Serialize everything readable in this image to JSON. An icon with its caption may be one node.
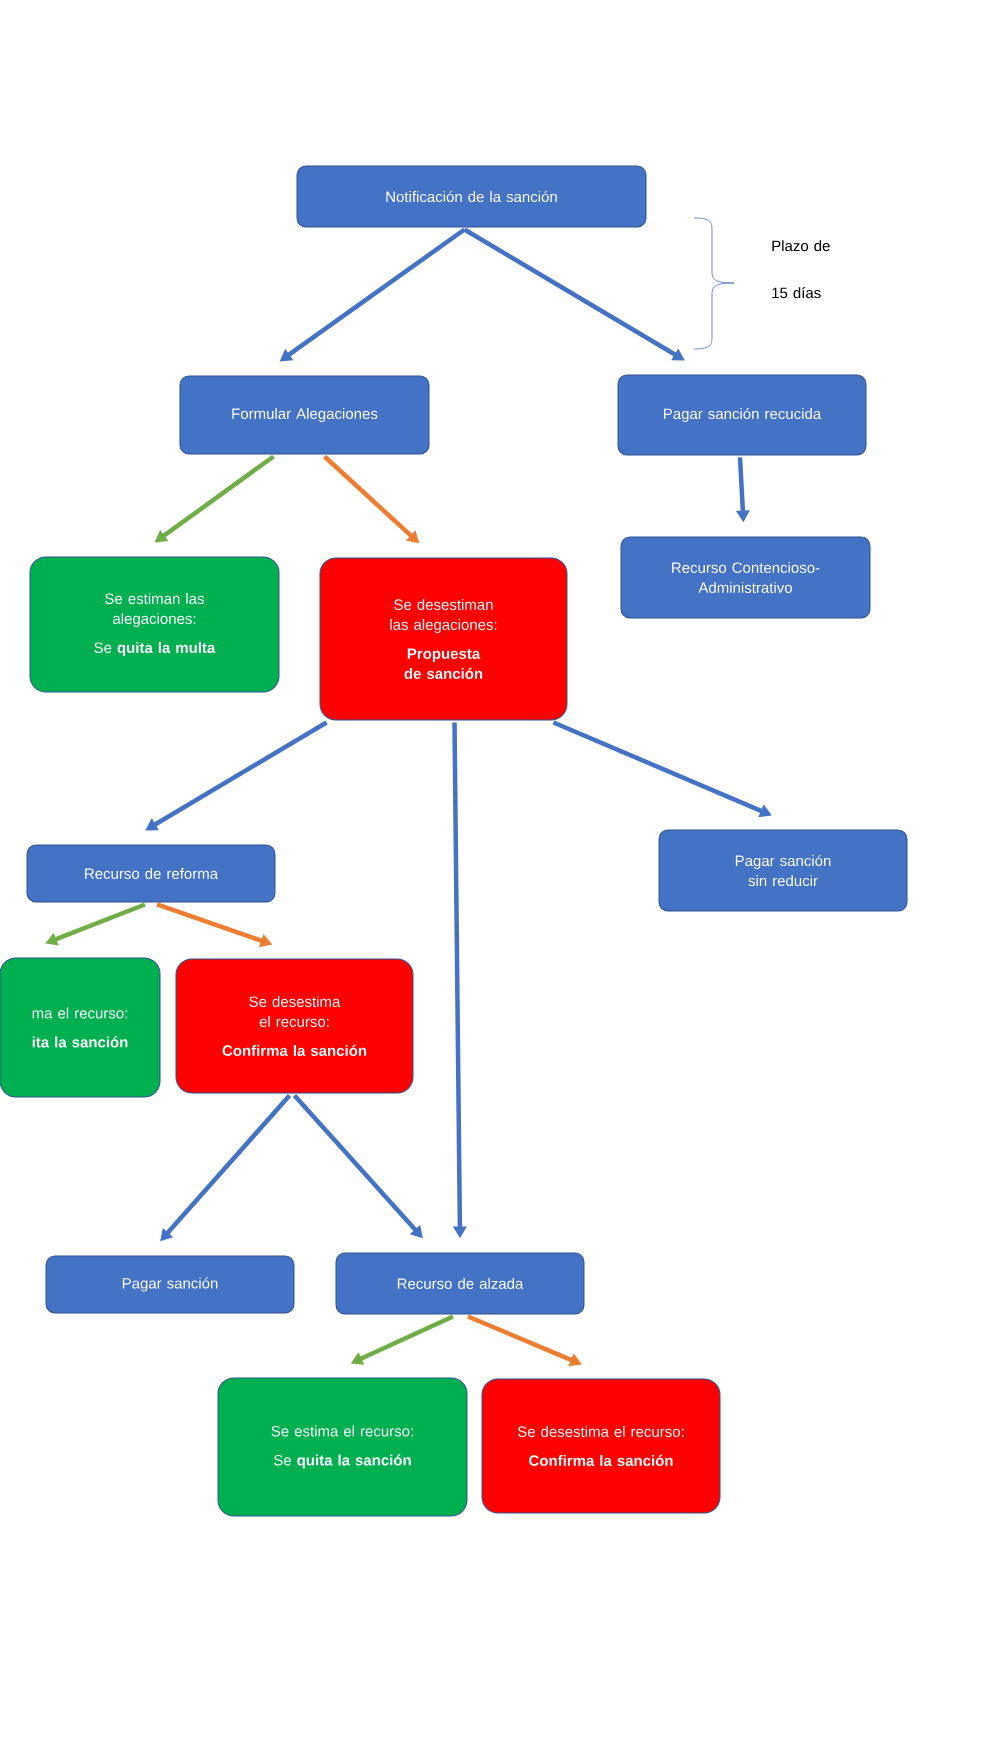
{
  "diagram": {
    "nodes": [
      {
        "text": [
          "Notificación de la sanción"
        ]
      },
      {
        "text": [
          "Formular Alegaciones"
        ]
      },
      {
        "text": [
          "Pagar sanción recucida"
        ]
      },
      {
        "text": [
          "Recurso Contencioso-Administrativo"
        ]
      },
      {
        "text": [
          "Se estiman las alegaciones:",
          "Se **quita la multa**"
        ]
      },
      {
        "text": [
          "Se desestiman las alegaciones:",
          "Propuesta de sanción"
        ]
      },
      {
        "text": [
          "Recurso de reforma"
        ]
      },
      {
        "text": [
          "Pagar sanción sin reducir"
        ]
      },
      {
        "text": [
          "ma el recurso:",
          "ita la sanción"
        ]
      },
      {
        "text": [
          "Se desestima el recurso:",
          "Confirma la sanción"
        ]
      },
      {
        "text": [
          "Pagar sanción"
        ]
      },
      {
        "text": [
          "Recurso de alzada"
        ]
      },
      {
        "text": [
          "Se estima el recurso:",
          "Se **quita la sanción**"
        ]
      },
      {
        "text": [
          "Se desestima el recurso:",
          "Confirma la sanción"
        ]
      }
    ],
    "edges": [
      {
        "from": 0,
        "to": 1,
        "arrow": "to"
      },
      {
        "from": 0,
        "to": 2,
        "arrow": "to"
      },
      {
        "from": 1,
        "to": 4,
        "arrow": "to",
        "color": "#70ad47"
      },
      {
        "from": 1,
        "to": 5,
        "arrow": "to",
        "color": "#ed7d31"
      },
      {
        "from": 2,
        "to": 3,
        "arrow": "to"
      },
      {
        "from": 5,
        "to": 6,
        "arrow": "to"
      },
      {
        "from": 5,
        "to": 11,
        "arrow": "to"
      },
      {
        "from": 5,
        "to": 7,
        "arrow": "to"
      },
      {
        "from": 6,
        "to": 8,
        "arrow": "to",
        "color": "#70ad47"
      },
      {
        "from": 6,
        "to": 9,
        "arrow": "to",
        "color": "#ed7d31"
      },
      {
        "from": 9,
        "to": 10,
        "arrow": "to"
      },
      {
        "from": 9,
        "to": 11,
        "arrow": "to"
      },
      {
        "from": 11,
        "to": 12,
        "arrow": "to",
        "color": "#70ad47"
      },
      {
        "from": 11,
        "to": 13,
        "arrow": "to",
        "color": "#ed7d31"
      }
    ],
    "labels": [
      "Plazo de 15 días"
    ]
  }
}
